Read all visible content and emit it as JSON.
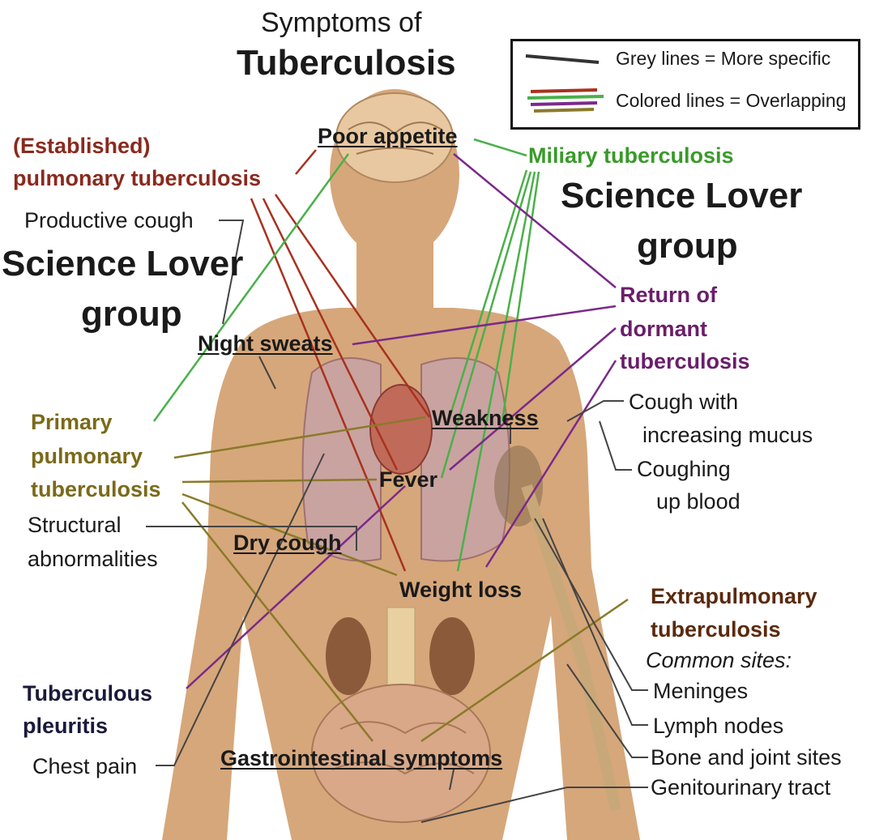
{
  "title": {
    "line1": "Symptoms of",
    "line2": "Tuberculosis"
  },
  "legend": {
    "grey": "Grey lines = More specific",
    "colored": "Colored lines = Overlapping"
  },
  "watermark": {
    "left_line1": "Science Lover",
    "left_line2": "group",
    "right_line1": "Science Lover",
    "right_line2": "group"
  },
  "colors": {
    "established": "#8a2a1e",
    "miliary": "#3a9a2a",
    "dormant": "#6a1e6a",
    "primary": "#7a6a1a",
    "extrapulmonary": "#5a2a0e",
    "grey": "#444444",
    "body": "#d6a77a"
  },
  "categories": {
    "established_1": "(Established)",
    "established_2": "pulmonary tuberculosis",
    "miliary": "Miliary tuberculosis",
    "dormant_1": "Return of",
    "dormant_2": "dormant",
    "dormant_3": "tuberculosis",
    "primary_1": "Primary",
    "primary_2": "pulmonary",
    "primary_3": "tuberculosis",
    "pleuritis_1": "Tuberculous",
    "pleuritis_2": "pleuritis",
    "extra_1": "Extrapulmonary",
    "extra_2": "tuberculosis",
    "extra_sites": "Common sites:"
  },
  "symptoms": {
    "poor_appetite": "Poor appetite",
    "night_sweats": "Night sweats",
    "weakness": "Weakness",
    "fever": "Fever",
    "dry_cough": "Dry cough",
    "weight_loss": "Weight loss",
    "gi": "Gastrointestinal symptoms"
  },
  "specific": {
    "productive_cough": "Productive cough",
    "structural_1": "Structural",
    "structural_2": "abnormalities",
    "chest_pain": "Chest pain",
    "cough_mucus_1": "Cough with",
    "cough_mucus_2": "increasing mucus",
    "coughing_blood_1": "Coughing",
    "coughing_blood_2": "up blood",
    "meninges": "Meninges",
    "lymph": "Lymph nodes",
    "bone": "Bone and joint sites",
    "genito": "Genitourinary tract"
  }
}
